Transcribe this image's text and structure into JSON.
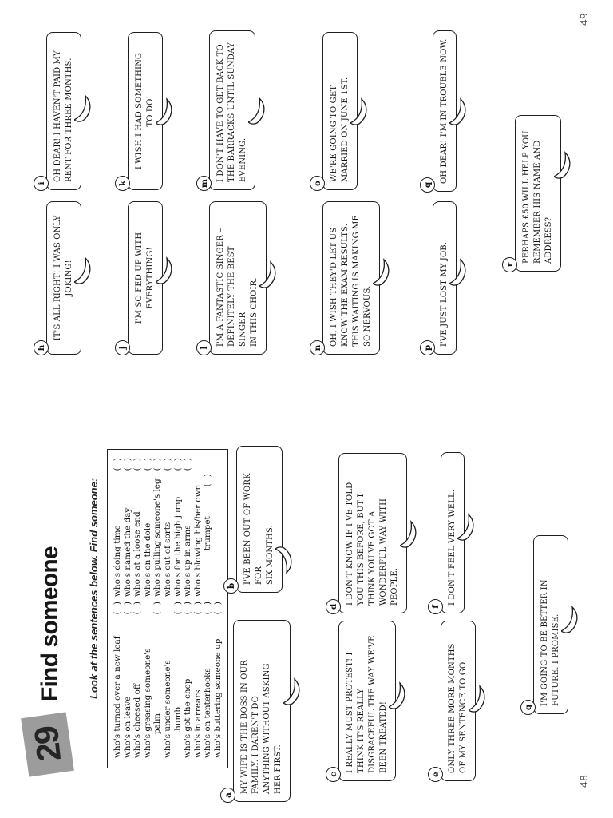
{
  "lesson": {
    "number": "29",
    "title": "Find someone",
    "instruction": "Look at the sentences below. Find someone:"
  },
  "page_numbers": {
    "page48": "48",
    "page49": "49"
  },
  "phrase_box": {
    "parens_label": "(  )",
    "left_column": [
      {
        "text": "who's turned over a new leaf",
        "parens": true
      },
      {
        "text": "who's on leave",
        "parens": true
      },
      {
        "text": "who's cheesed off",
        "parens": true
      },
      {
        "text": "who's greasing someone's",
        "parens": false
      },
      {
        "text": "palm",
        "parens": true,
        "cont": true
      },
      {
        "text": "who's under someone's",
        "parens": false
      },
      {
        "text": "thumb",
        "parens": true,
        "cont": true
      },
      {
        "text": "who's got the chop",
        "parens": true
      },
      {
        "text": "who's in arrears",
        "parens": true
      },
      {
        "text": "who's on tenterhooks",
        "parens": true
      },
      {
        "text": "who's buttering someone up",
        "parens": true
      }
    ],
    "right_column": [
      {
        "text": "who's doing time",
        "parens": true
      },
      {
        "text": "who's named the day",
        "parens": true
      },
      {
        "text": "who's at a loose end",
        "parens": true
      },
      {
        "text": "who's on the dole",
        "parens": true
      },
      {
        "text": "who's pulling someone's leg",
        "parens": true
      },
      {
        "text": "who's out of sorts",
        "parens": true
      },
      {
        "text": "who's for the high jump",
        "parens": true
      },
      {
        "text": "who's up in arms",
        "parens": true
      },
      {
        "text": "who's blowing his/her own",
        "parens": false
      },
      {
        "text": "trumpet",
        "parens": true,
        "cont": true,
        "deep": true
      }
    ]
  },
  "bubbles": [
    {
      "id": "a",
      "letter": "a",
      "lines": [
        "MY WIFE IS THE BOSS IN OUR",
        "FAMILY. I DAREN'T DO",
        "ANYTHING WITHOUT ASKING",
        "HER FIRST."
      ]
    },
    {
      "id": "b",
      "letter": "b",
      "lines": [
        "I'VE BEEN OUT OF WORK FOR",
        "SIX MONTHS."
      ]
    },
    {
      "id": "c",
      "letter": "c",
      "lines": [
        "I REALLY MUST PROTEST! I",
        "THINK IT'S REALLY",
        "DISGRACEFUL THE WAY WE'VE",
        "BEEN TREATED!"
      ]
    },
    {
      "id": "d",
      "letter": "d",
      "lines": [
        "I DON'T KNOW IF I'VE TOLD",
        "YOU THIS BEFORE, BUT I",
        "THINK YOU'VE GOT A",
        "WONDERFUL WAY WITH",
        "PEOPLE."
      ]
    },
    {
      "id": "e",
      "letter": "e",
      "lines": [
        "ONLY THREE MORE MONTHS",
        "OF MY SENTENCE TO GO."
      ]
    },
    {
      "id": "f",
      "letter": "f",
      "lines": [
        "I DON'T FEEL VERY WELL."
      ]
    },
    {
      "id": "g",
      "letter": "g",
      "lines": [
        "I'M GOING TO BE BETTER IN",
        "FUTURE. I PROMISE."
      ]
    },
    {
      "id": "h",
      "letter": "h",
      "lines": [
        "IT'S ALL RIGHT! I WAS ONLY",
        "JOKING!"
      ]
    },
    {
      "id": "i",
      "letter": "i",
      "lines": [
        "OH DEAR! I HAVEN'T PAID MY",
        "RENT FOR THREE MONTHS."
      ]
    },
    {
      "id": "j",
      "letter": "j",
      "lines": [
        "I'M SO FED UP WITH",
        "EVERYTHING!"
      ]
    },
    {
      "id": "k",
      "letter": "k",
      "lines": [
        "I WISH I HAD SOMETHING",
        "TO DO!"
      ]
    },
    {
      "id": "l",
      "letter": "l",
      "lines": [
        "I'M A FANTASTIC SINGER –",
        "DEFINITELY THE BEST SINGER",
        "IN THIS CHOIR."
      ]
    },
    {
      "id": "m",
      "letter": "m",
      "lines": [
        "I DON'T HAVE TO GET BACK TO",
        "THE BARRACKS UNTIL SUNDAY",
        "EVENING."
      ]
    },
    {
      "id": "n",
      "letter": "n",
      "lines": [
        "OH, I WISH THEY'D LET US",
        "KNOW THE EXAM RESULTS.",
        "THIS WAITING IS MAKING ME",
        "SO NERVOUS."
      ]
    },
    {
      "id": "o",
      "letter": "o",
      "lines": [
        "WE'RE GOING TO GET",
        "MARRIED ON JUNE 1ST."
      ]
    },
    {
      "id": "p",
      "letter": "p",
      "lines": [
        "I'VE JUST LOST MY JOB."
      ]
    },
    {
      "id": "q",
      "letter": "q",
      "lines": [
        "OH DEAR! I'M IN TROUBLE NOW."
      ]
    },
    {
      "id": "r",
      "letter": "r",
      "lines": [
        "PERHAPS £50 WILL HELP YOU",
        "REMEMBER HIS NAME AND",
        "ADDRESS?"
      ]
    }
  ],
  "colors": {
    "ink": "#1b1b1b",
    "badge_gray": "#9c9c9c",
    "paper": "#ffffff"
  }
}
